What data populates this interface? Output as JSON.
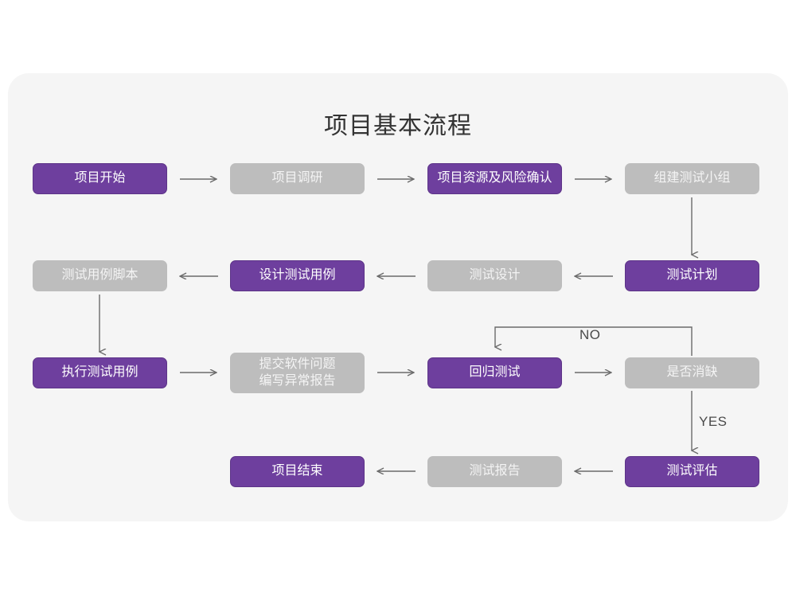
{
  "page": {
    "title": "项目基本流程",
    "background_color": "#ffffff",
    "canvas_color": "#f5f5f5"
  },
  "theme": {
    "purple": "#6e3f9e",
    "purple_border": "#5d3488",
    "gray": "#bdbdbd",
    "gray_text": "#f4f4f4",
    "arrow_color": "#6b6b6b",
    "title_color": "#333333",
    "label_color": "#4a4a4a"
  },
  "chart_data": {
    "type": "diagram",
    "title": "项目基本流程",
    "nodes": [
      {
        "id": "n1",
        "label": "项目开始",
        "style": "purple",
        "row": 1,
        "col": 1
      },
      {
        "id": "n2",
        "label": "项目调研",
        "style": "gray",
        "row": 1,
        "col": 2
      },
      {
        "id": "n3",
        "label": "项目资源及风险确认",
        "style": "purple",
        "row": 1,
        "col": 3
      },
      {
        "id": "n4",
        "label": "组建测试小组",
        "style": "gray",
        "row": 1,
        "col": 4
      },
      {
        "id": "n5",
        "label": "测试用例脚本",
        "style": "gray",
        "row": 2,
        "col": 1
      },
      {
        "id": "n6",
        "label": "设计测试用例",
        "style": "purple",
        "row": 2,
        "col": 2
      },
      {
        "id": "n7",
        "label": "测试设计",
        "style": "gray",
        "row": 2,
        "col": 3
      },
      {
        "id": "n8",
        "label": "测试计划",
        "style": "purple",
        "row": 2,
        "col": 4
      },
      {
        "id": "n9",
        "label": "执行测试用例",
        "style": "purple",
        "row": 3,
        "col": 1
      },
      {
        "id": "n10",
        "label": "提交软件问题\n编写异常报告",
        "style": "gray",
        "row": 3,
        "col": 2
      },
      {
        "id": "n11",
        "label": "回归测试",
        "style": "purple",
        "row": 3,
        "col": 3
      },
      {
        "id": "n12",
        "label": "是否消缺",
        "style": "gray",
        "row": 3,
        "col": 4
      },
      {
        "id": "n13",
        "label": "项目结束",
        "style": "purple",
        "row": 4,
        "col": 2
      },
      {
        "id": "n14",
        "label": "测试报告",
        "style": "gray",
        "row": 4,
        "col": 3
      },
      {
        "id": "n15",
        "label": "测试评估",
        "style": "purple",
        "row": 4,
        "col": 4
      }
    ],
    "edges": [
      {
        "from": "n1",
        "to": "n2",
        "dir": "right",
        "label": ""
      },
      {
        "from": "n2",
        "to": "n3",
        "dir": "right",
        "label": ""
      },
      {
        "from": "n3",
        "to": "n4",
        "dir": "right",
        "label": ""
      },
      {
        "from": "n4",
        "to": "n8",
        "dir": "down",
        "label": ""
      },
      {
        "from": "n8",
        "to": "n7",
        "dir": "left",
        "label": ""
      },
      {
        "from": "n7",
        "to": "n6",
        "dir": "left",
        "label": ""
      },
      {
        "from": "n6",
        "to": "n5",
        "dir": "left",
        "label": ""
      },
      {
        "from": "n5",
        "to": "n9",
        "dir": "down",
        "label": ""
      },
      {
        "from": "n9",
        "to": "n10",
        "dir": "right",
        "label": ""
      },
      {
        "from": "n10",
        "to": "n11",
        "dir": "right",
        "label": ""
      },
      {
        "from": "n11",
        "to": "n12",
        "dir": "right",
        "label": ""
      },
      {
        "from": "n12",
        "to": "n11",
        "dir": "loop-up-left",
        "label": "NO"
      },
      {
        "from": "n12",
        "to": "n15",
        "dir": "down",
        "label": "YES"
      },
      {
        "from": "n15",
        "to": "n14",
        "dir": "left",
        "label": ""
      },
      {
        "from": "n14",
        "to": "n13",
        "dir": "left",
        "label": ""
      }
    ],
    "edge_labels": [
      {
        "id": "no",
        "text": "NO"
      },
      {
        "id": "yes",
        "text": "YES"
      }
    ]
  }
}
